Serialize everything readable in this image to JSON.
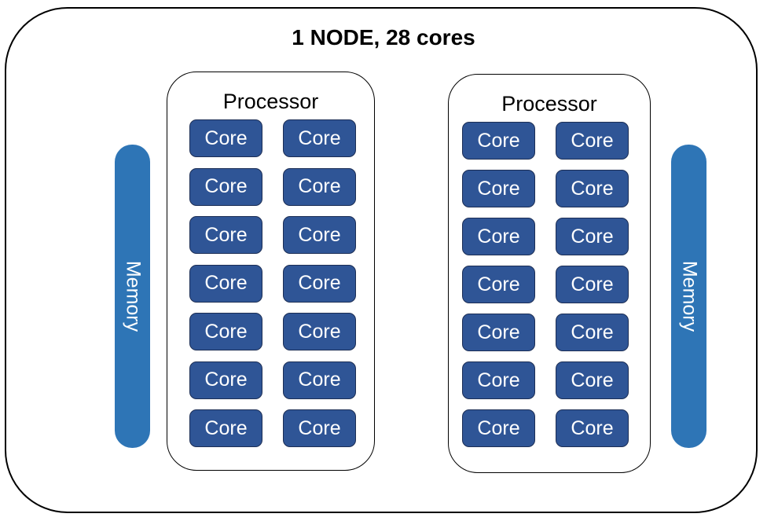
{
  "node": {
    "title": "1 NODE, 28 cores"
  },
  "processors": [
    {
      "title": "Processor",
      "cores": [
        "Core",
        "Core",
        "Core",
        "Core",
        "Core",
        "Core",
        "Core",
        "Core",
        "Core",
        "Core",
        "Core",
        "Core",
        "Core",
        "Core"
      ]
    },
    {
      "title": "Processor",
      "cores": [
        "Core",
        "Core",
        "Core",
        "Core",
        "Core",
        "Core",
        "Core",
        "Core",
        "Core",
        "Core",
        "Core",
        "Core",
        "Core",
        "Core"
      ]
    }
  ],
  "memory": [
    {
      "label": "Memory"
    },
    {
      "label": "Memory"
    }
  ],
  "colors": {
    "core_fill": "#2f5596",
    "memory_fill": "#2e75b6"
  }
}
